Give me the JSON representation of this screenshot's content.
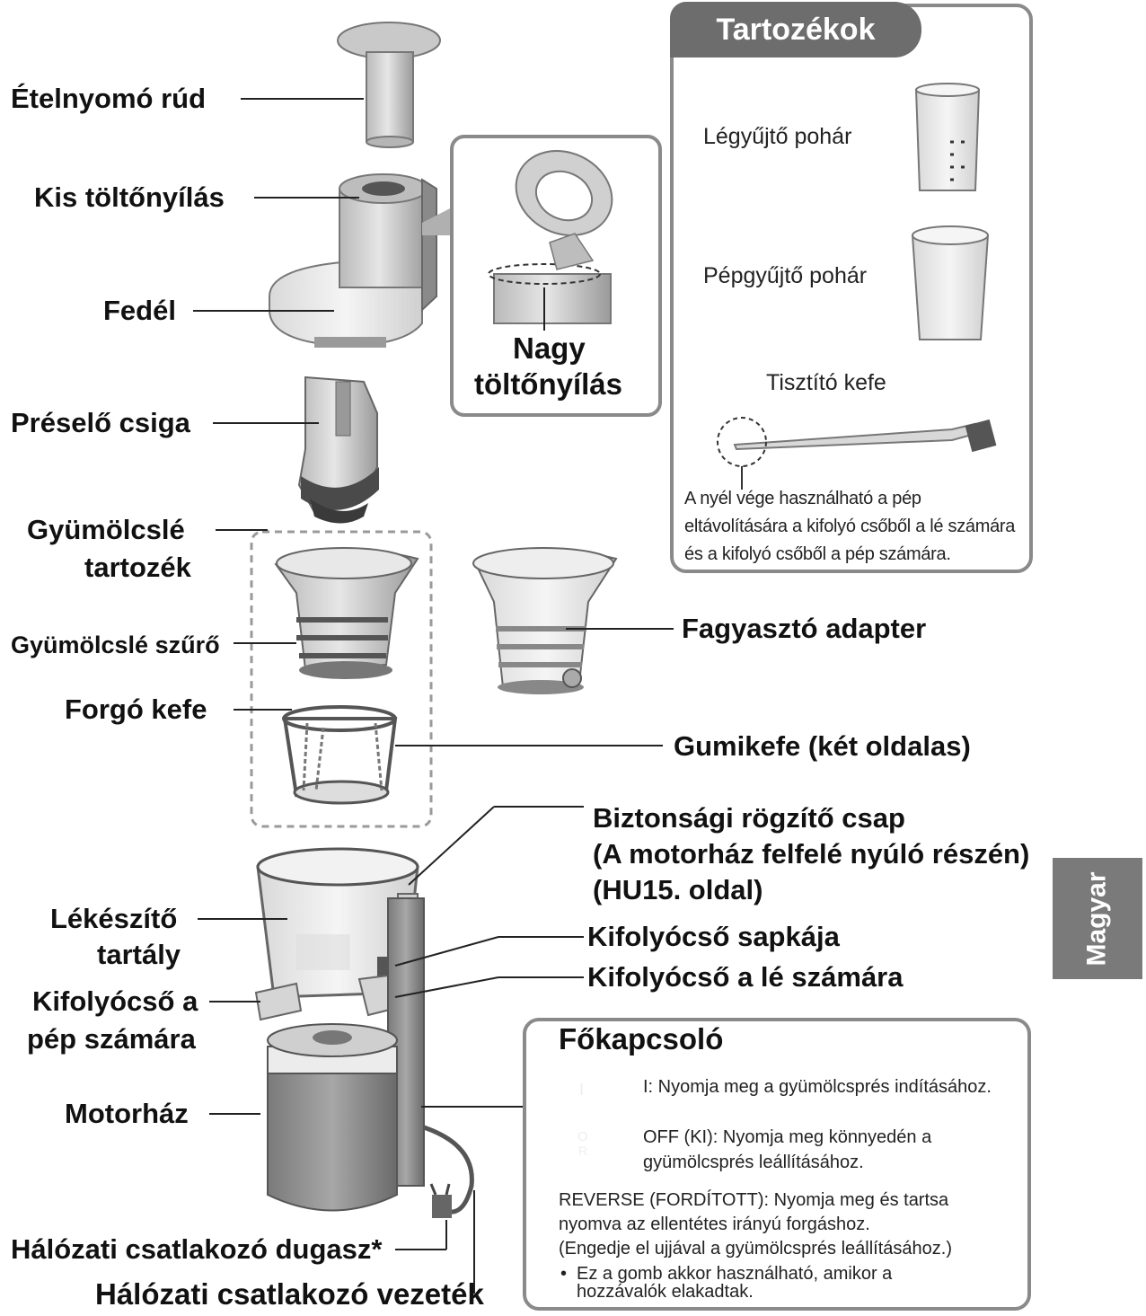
{
  "labels": {
    "food_pusher": "Ételnyomó rúd",
    "small_chute": "Kis töltőnyílás",
    "lid": "Fedél",
    "large_chute_line1": "Nagy",
    "large_chute_line2": "töltőnyílás",
    "screw": "Préselő csiga",
    "juice_attachment_line1": "Gyümölcslé",
    "juice_attachment_line2": "tartozék",
    "juice_strainer": "Gyümölcslé szűrő",
    "rotating_brush": "Forgó kefe",
    "frozen_adapter": "Fagyasztó adapter",
    "rubber_brush": "Gumikefe (két oldalas)",
    "safety_pin_line1": "Biztonsági rögzítő csap",
    "safety_pin_line2": "(A motorház felfelé nyúló részén)",
    "safety_pin_line3": "(HU15. oldal)",
    "container_line1": "Lékészítő",
    "container_line2": "tartály",
    "spout_cap": "Kifolyócső sapkája",
    "juice_spout": "Kifolyócső a lé számára",
    "pulp_spout_line1": "Kifolyócső a",
    "pulp_spout_line2": "pép számára",
    "motor_base": "Motorház",
    "power_plug": "Hálózati csatlakozó dugasz*",
    "power_cord": "Hálózati csatlakozó vezeték"
  },
  "accessories": {
    "title": "Tartozékok",
    "cup1": "Légyűjtő pohár",
    "cup2": "Pépgyűjtő pohár",
    "brush": "Tisztító kefe",
    "note_line1": "A nyél vége használható a pép",
    "note_line2": "eltávolítására a kifolyó csőből a lé számára",
    "note_line3": "és a kifolyó csőből a pép számára."
  },
  "power_switch": {
    "title": "Főkapcsoló",
    "on_text": "I: Nyomja meg a gyümölcsprés indításához.",
    "off_text_line1": "OFF (KI): Nyomja meg könnyedén a",
    "off_text_line2": "gyümölcsprés leállításához.",
    "reverse_line1": "REVERSE (FORDÍTOTT): Nyomja meg és tartsa",
    "reverse_line2": "nyomva az ellentétes irányú forgáshoz.",
    "reverse_line3": "(Engedje el ujjával a gyümölcsprés leállításához.)",
    "bullet": "•",
    "note_line1": "Ez a gomb akkor használható, amikor a",
    "note_line2": "hozzávalók elakadtak.",
    "switch_on_symbol": "I",
    "switch_off_symbol": "O",
    "switch_rev_symbol": "R"
  },
  "language_tab": "Magyar"
}
